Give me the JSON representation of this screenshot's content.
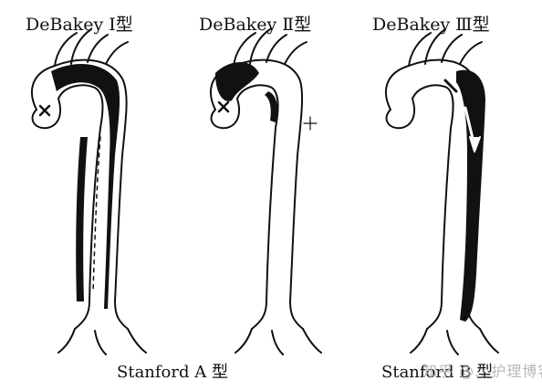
{
  "diagram": {
    "type_labels": [
      "DeBakey Ⅰ型",
      "DeBakey Ⅱ型",
      "DeBakey Ⅲ型"
    ],
    "stanford_labels": [
      "Stanford A 型",
      "Stanford B 型"
    ],
    "watermark": "知乎 @...护理博客"
  }
}
